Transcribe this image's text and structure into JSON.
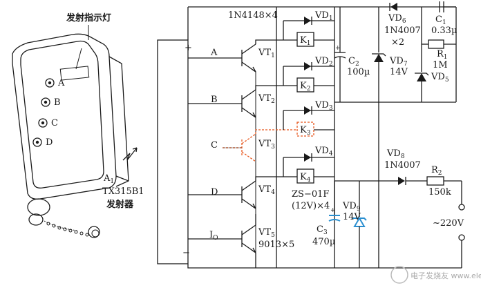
{
  "remote": {
    "indicator_label": "发射指示灯",
    "buttons": [
      "A",
      "B",
      "C",
      "D"
    ],
    "ref": "A",
    "ref_sub": "1",
    "model": "TX315B1",
    "name": "发射器"
  },
  "receiver": {
    "plus": "+",
    "minus": "−",
    "pins": [
      "A",
      "B",
      "C",
      "D",
      "I"
    ],
    "pin_io_sub": "O"
  },
  "parts": {
    "diode_array": "1N4148×4",
    "vt": [
      "VT",
      "VT",
      "VT",
      "VT",
      "VT"
    ],
    "vt_sub": [
      "1",
      "2",
      "3",
      "4",
      "5"
    ],
    "vt_note": "9013×5",
    "vd": [
      "VD",
      "VD",
      "VD",
      "VD"
    ],
    "vd_sub": [
      "1",
      "2",
      "3",
      "4"
    ],
    "k": [
      "K",
      "K",
      "K",
      "K"
    ],
    "k_sub": [
      "1",
      "2",
      "3",
      "4"
    ],
    "relay_model": "ZS−01F",
    "relay_spec": "(12V)×4",
    "c2": "C",
    "c2_sub": "2",
    "c2_val": "100µ",
    "c3": "C",
    "c3_sub": "3",
    "c3_val": "470µ",
    "c1": "C",
    "c1_sub": "1",
    "c1_val": "0.33µ",
    "vd6": "VD",
    "vd6_sub": "6",
    "vd6_model": "1N4007",
    "vd6_note": "×2",
    "vd7": "VD",
    "vd7_sub": "7",
    "vd7_val": "14V",
    "r1": "R",
    "r1_sub": "1",
    "r1_val": "1M",
    "vd5": "VD",
    "vd5_sub": "5",
    "vd8": "VD",
    "vd8_sub": "8",
    "vd8_model": "1N4007",
    "r2": "R",
    "r2_sub": "2",
    "r2_val": "150k",
    "vd9": "VD",
    "vd9_sub": "9",
    "vd9_val": "14V",
    "mains": "~220V"
  },
  "watermark": "电子发烧友 www.elecfans.com",
  "colors": {
    "line": "#1a1a1a",
    "highlight": "#e8561c",
    "signal": "#2a8fd0"
  }
}
